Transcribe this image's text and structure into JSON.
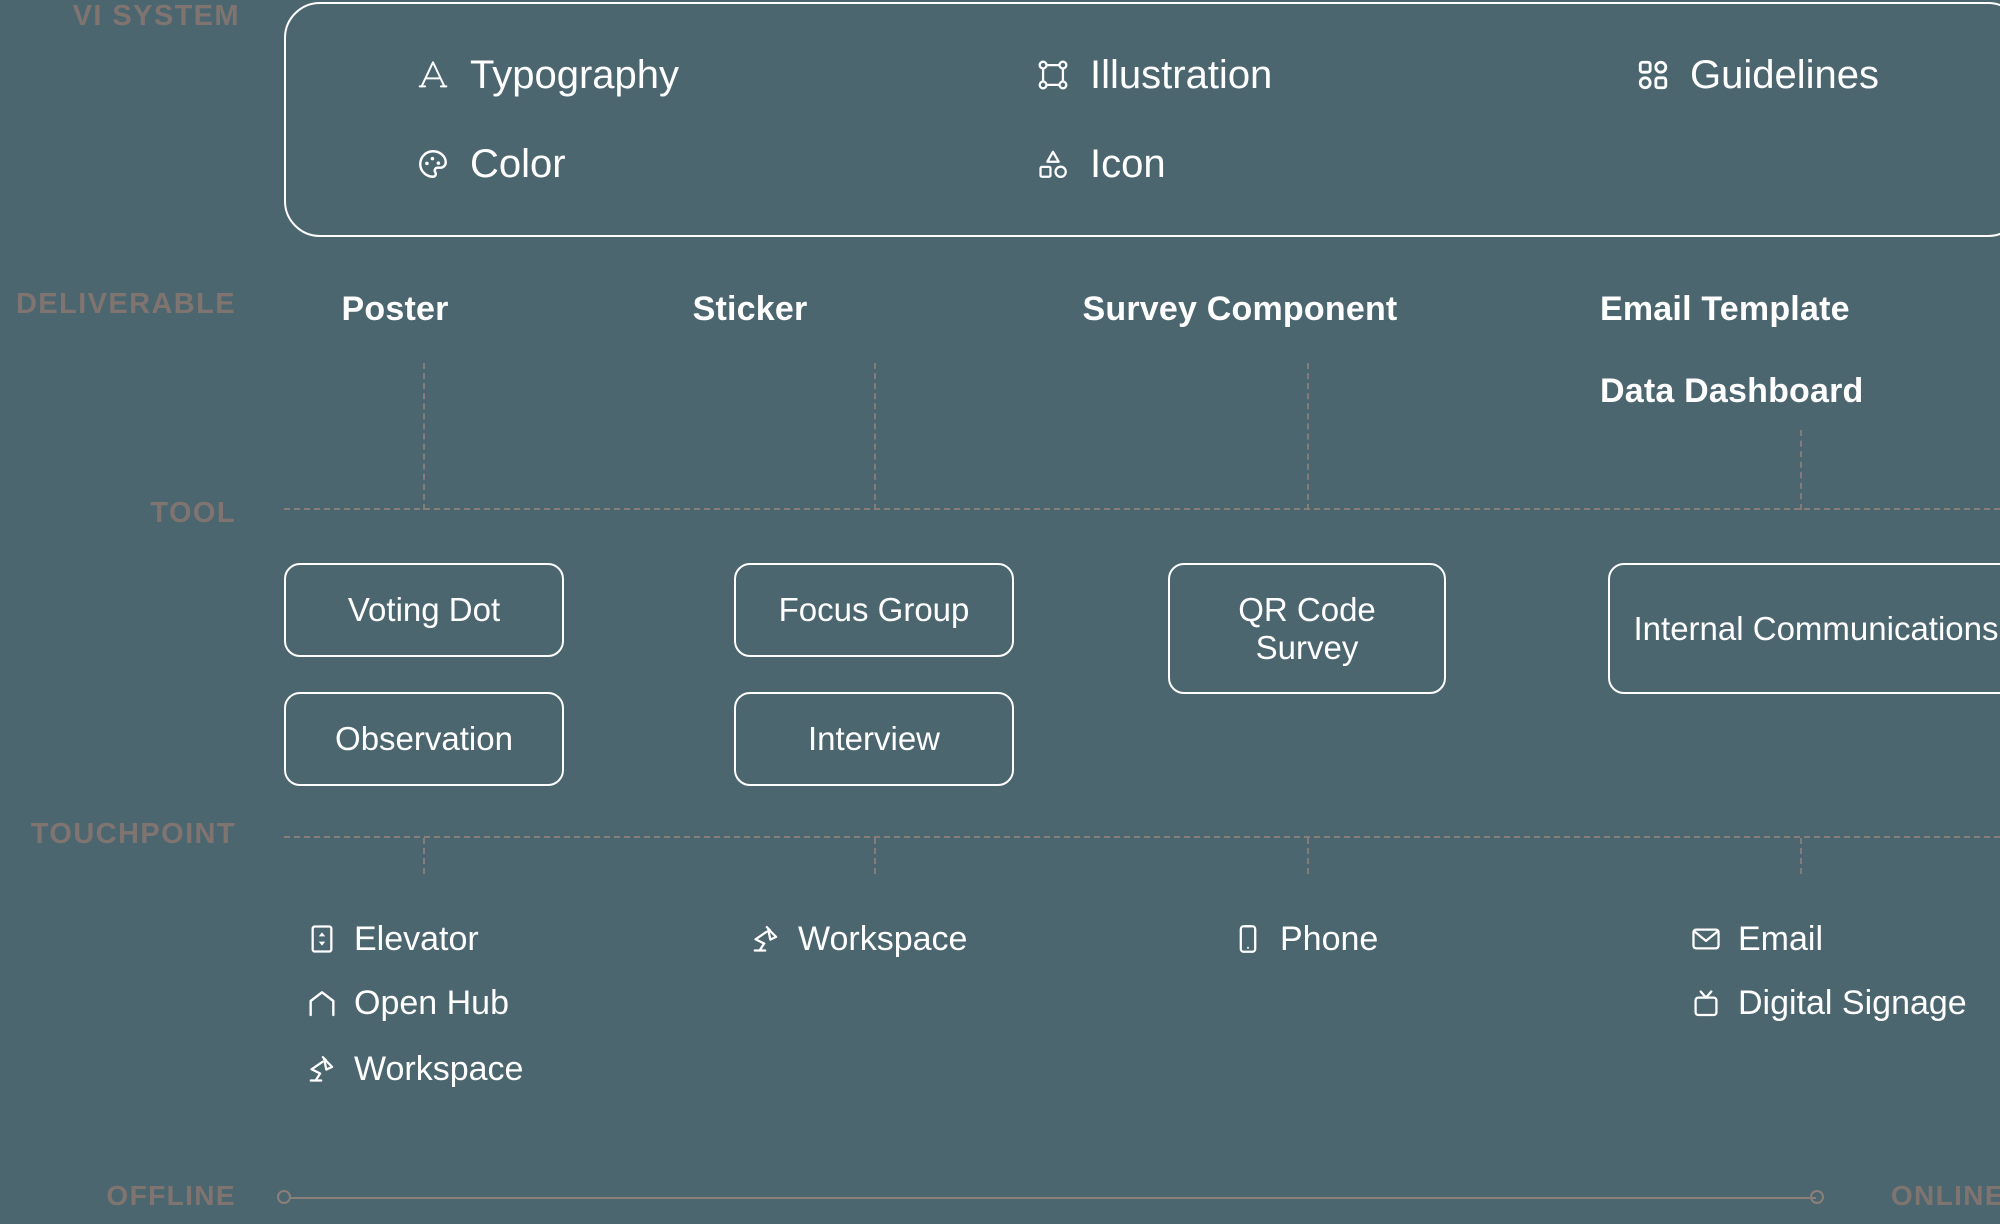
{
  "theme": {
    "background": "#4c6670",
    "foreground": "#ffffff",
    "muted": "#7f7470",
    "dash": "#8b7f7a"
  },
  "rows": {
    "vi_system_label": "VI SYSTEM",
    "deliverable_label": "DELIVERABLE",
    "tool_label": "TOOL",
    "touchpoint_label": "TOUCHPOINT"
  },
  "axis": {
    "left_label": "OFFLINE",
    "right_label": "ONLINE"
  },
  "vi_system": {
    "items": [
      {
        "label": "Typography",
        "icon": "typography-icon"
      },
      {
        "label": "Illustration",
        "icon": "illustration-icon"
      },
      {
        "label": "Guidelines",
        "icon": "guidelines-icon"
      },
      {
        "label": "Color",
        "icon": "color-palette-icon"
      },
      {
        "label": "Icon",
        "icon": "shapes-icon"
      }
    ]
  },
  "deliverables": [
    {
      "title": "Poster"
    },
    {
      "title": "Sticker"
    },
    {
      "title": "Survey Component"
    },
    {
      "title": "Email Template"
    },
    {
      "title": "Data Dashboard"
    }
  ],
  "tools": [
    {
      "label": "Voting Dot"
    },
    {
      "label": "Observation"
    },
    {
      "label": "Focus Group"
    },
    {
      "label": "Interview"
    },
    {
      "label": "QR Code Survey"
    },
    {
      "label": "Internal Communications"
    }
  ],
  "touchpoints": [
    {
      "label": "Elevator",
      "icon": "elevator-icon"
    },
    {
      "label": "Open Hub",
      "icon": "arch-icon"
    },
    {
      "label": "Workspace",
      "icon": "desk-lamp-icon"
    },
    {
      "label": "Workspace",
      "icon": "desk-lamp-icon"
    },
    {
      "label": "Phone",
      "icon": "smartphone-icon"
    },
    {
      "label": "Email",
      "icon": "envelope-icon"
    },
    {
      "label": "Digital Signage",
      "icon": "tv-icon"
    }
  ]
}
